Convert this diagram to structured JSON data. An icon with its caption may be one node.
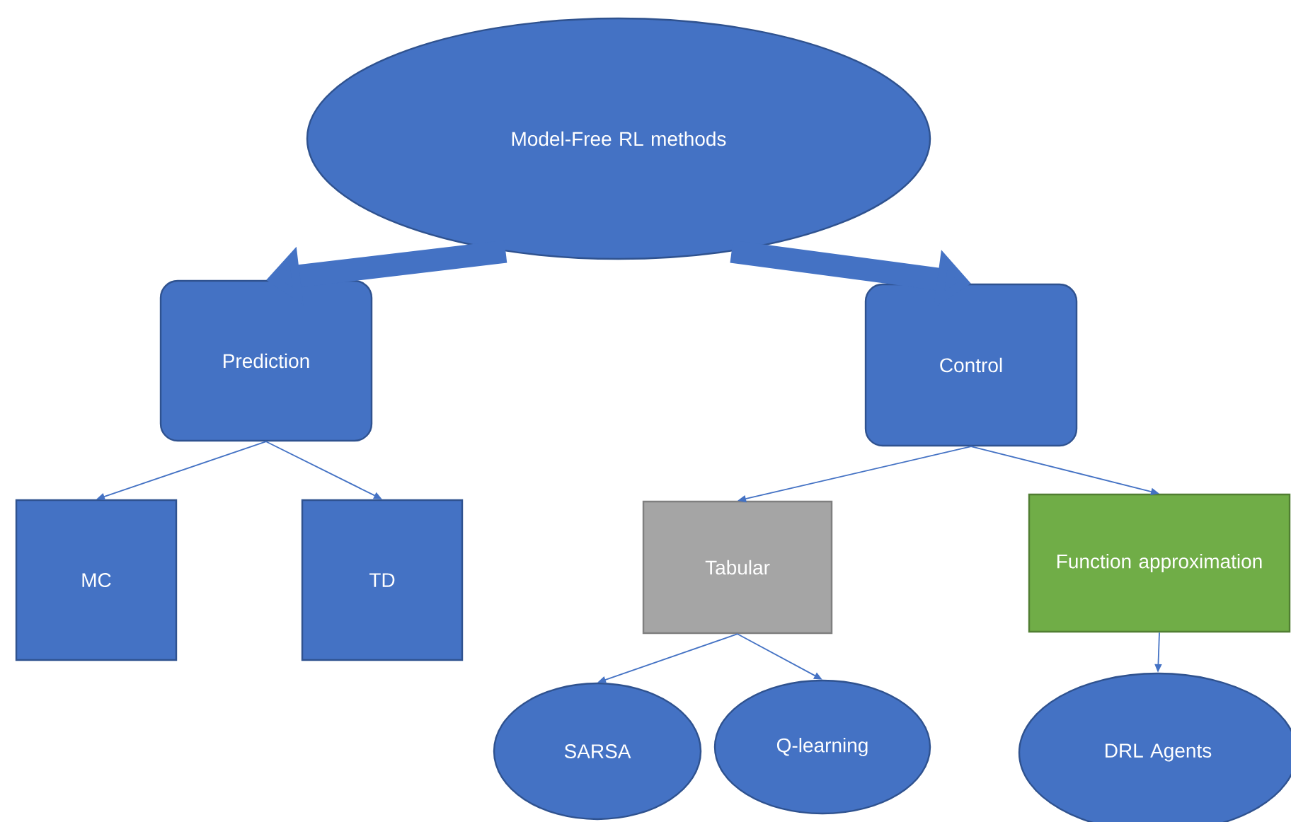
{
  "diagram": {
    "nodes": [
      {
        "text": [
          "Model-Free RL methods"
        ]
      },
      {
        "text": [
          "Prediction"
        ]
      },
      {
        "text": [
          "Control"
        ]
      },
      {
        "text": [
          "MC"
        ]
      },
      {
        "text": [
          "TD"
        ]
      },
      {
        "text": [
          "Tabular"
        ]
      },
      {
        "text": [
          "Function approximation"
        ]
      },
      {
        "text": [
          "SARSA"
        ]
      },
      {
        "text": [
          "Q-learning"
        ]
      },
      {
        "text": [
          "DRL Agents"
        ]
      }
    ],
    "edges": [
      {
        "from": 0,
        "to": 1,
        "arrow": "to",
        "style": "thick"
      },
      {
        "from": 0,
        "to": 2,
        "arrow": "to",
        "style": "thick"
      },
      {
        "from": 1,
        "to": 3,
        "arrow": "to"
      },
      {
        "from": 1,
        "to": 4,
        "arrow": "to"
      },
      {
        "from": 2,
        "to": 5,
        "arrow": "to"
      },
      {
        "from": 2,
        "to": 6,
        "arrow": "to"
      },
      {
        "from": 5,
        "to": 7,
        "arrow": "to"
      },
      {
        "from": 5,
        "to": 8,
        "arrow": "to"
      },
      {
        "from": 6,
        "to": 9,
        "arrow": "to"
      }
    ]
  }
}
